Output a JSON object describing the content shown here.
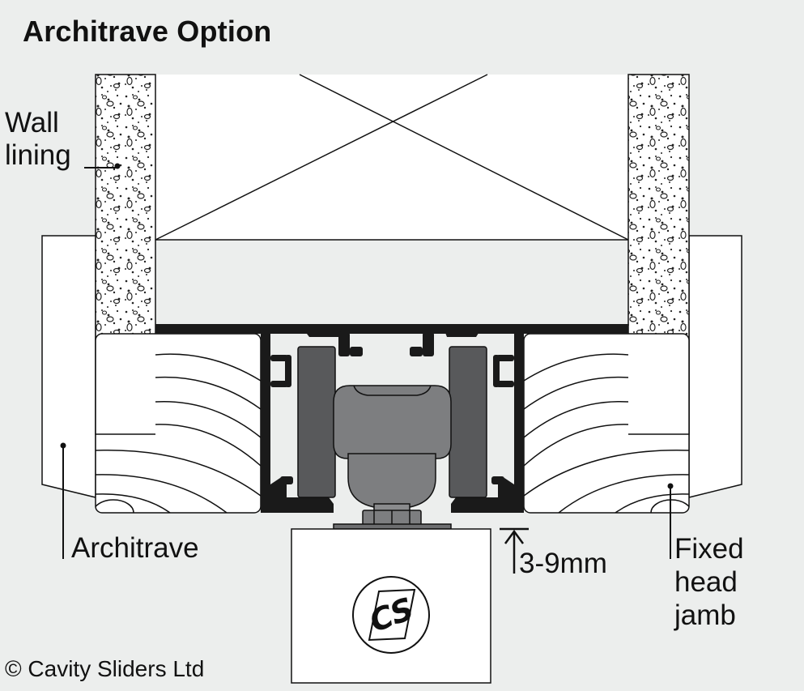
{
  "diagram": {
    "title": "Architrave Option",
    "labels": {
      "wall_lining_1": "Wall",
      "wall_lining_2": "lining",
      "architrave": "Architrave",
      "fixed_head_jamb_1": "Fixed",
      "fixed_head_jamb_2": "head",
      "fixed_head_jamb_3": "jamb",
      "gap": "3-9mm"
    },
    "copyright": "© Cavity Sliders Ltd",
    "logo_text": "CS",
    "colors": {
      "background": "#eceeed",
      "line": "#111111",
      "track": "#1a1a1a",
      "wheel": "#58595b",
      "carriage": "#7d7e80",
      "panel": "#ffffff"
    }
  }
}
